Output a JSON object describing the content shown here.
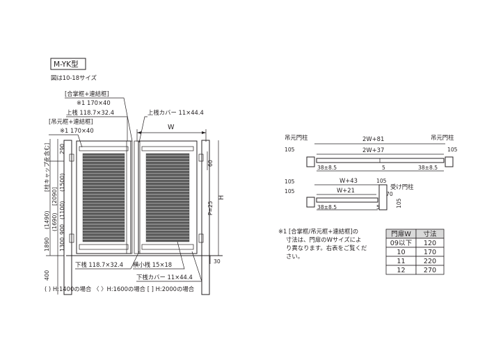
{
  "model_label": "M-YK型",
  "figure_caption": "図は10-18サイズ",
  "front_view": {
    "label_gassho_frame": "[合掌框+連結框]",
    "label_gassho_note": "※1  170×40",
    "label_top_rail": "上桟  118.7×32.4",
    "label_tsurimoto_frame": "[吊元框+連結框]",
    "label_tsurimoto_note": "※1  170×40",
    "label_top_cover": "上桟カバー  11×44.4",
    "dim_w": "W",
    "dim_left_290": "290",
    "dim_left_1500": "(1500)",
    "dim_left_1100": "(1100)",
    "dim_left_900": "900",
    "dim_left_1300": "1300",
    "dim_left_2090": "[2090]",
    "dim_left_1690": "(1690)",
    "dim_left_1490": "(1490)",
    "dim_left_1890": "1890",
    "dim_left_400": "400",
    "dim_vertical_note": "[柱キャップを含む]",
    "dim_60": "60",
    "dim_p25": "P=25",
    "dim_h": "H",
    "dim_gl_30": "30",
    "label_bottom_rail": "下桟  118.7×32.4",
    "label_cross_rail": "横小桟  15×18",
    "label_bottom_cover": "下桟カバー  11×44.4",
    "height_legend": "(    ) H:1400の場合 〈    〉H:1600の場合 [    ] H:2000の場合"
  },
  "plan_view_double": {
    "label_left_post": "吊元門柱",
    "label_right_post": "吊元門柱",
    "dim_105_left": "105",
    "dim_105_right": "105",
    "dim_2w81": "2W+81",
    "dim_2w37": "2W+37",
    "dim_38_left": "38±8.5",
    "dim_38_right": "38±8.5",
    "dim_5": "5"
  },
  "plan_view_single": {
    "label_receiver_post": "受け門柱",
    "dim_105_left": "105",
    "dim_105_right": "105",
    "dim_w43": "W+43",
    "dim_w21": "W+21",
    "dim_70": "70",
    "dim_105_vert": "105",
    "dim_38": "38±8.5",
    "dim_5": "5"
  },
  "note": {
    "line1": "※1 [合掌框/吊元框+連結框]の",
    "line2": "寸法は、門扉のWサイズによ",
    "line3": "り異なります。右表をご覧くだ",
    "line4": "さい。"
  },
  "size_table": {
    "headers": [
      "門扉W",
      "寸法"
    ],
    "rows": [
      [
        "09以下",
        "120"
      ],
      [
        "10",
        "170"
      ],
      [
        "11",
        "220"
      ],
      [
        "12",
        "270"
      ]
    ]
  },
  "colors": {
    "ink": "#231f20",
    "slat": "#5b5b5b",
    "table_head": "#d9d9d9"
  }
}
